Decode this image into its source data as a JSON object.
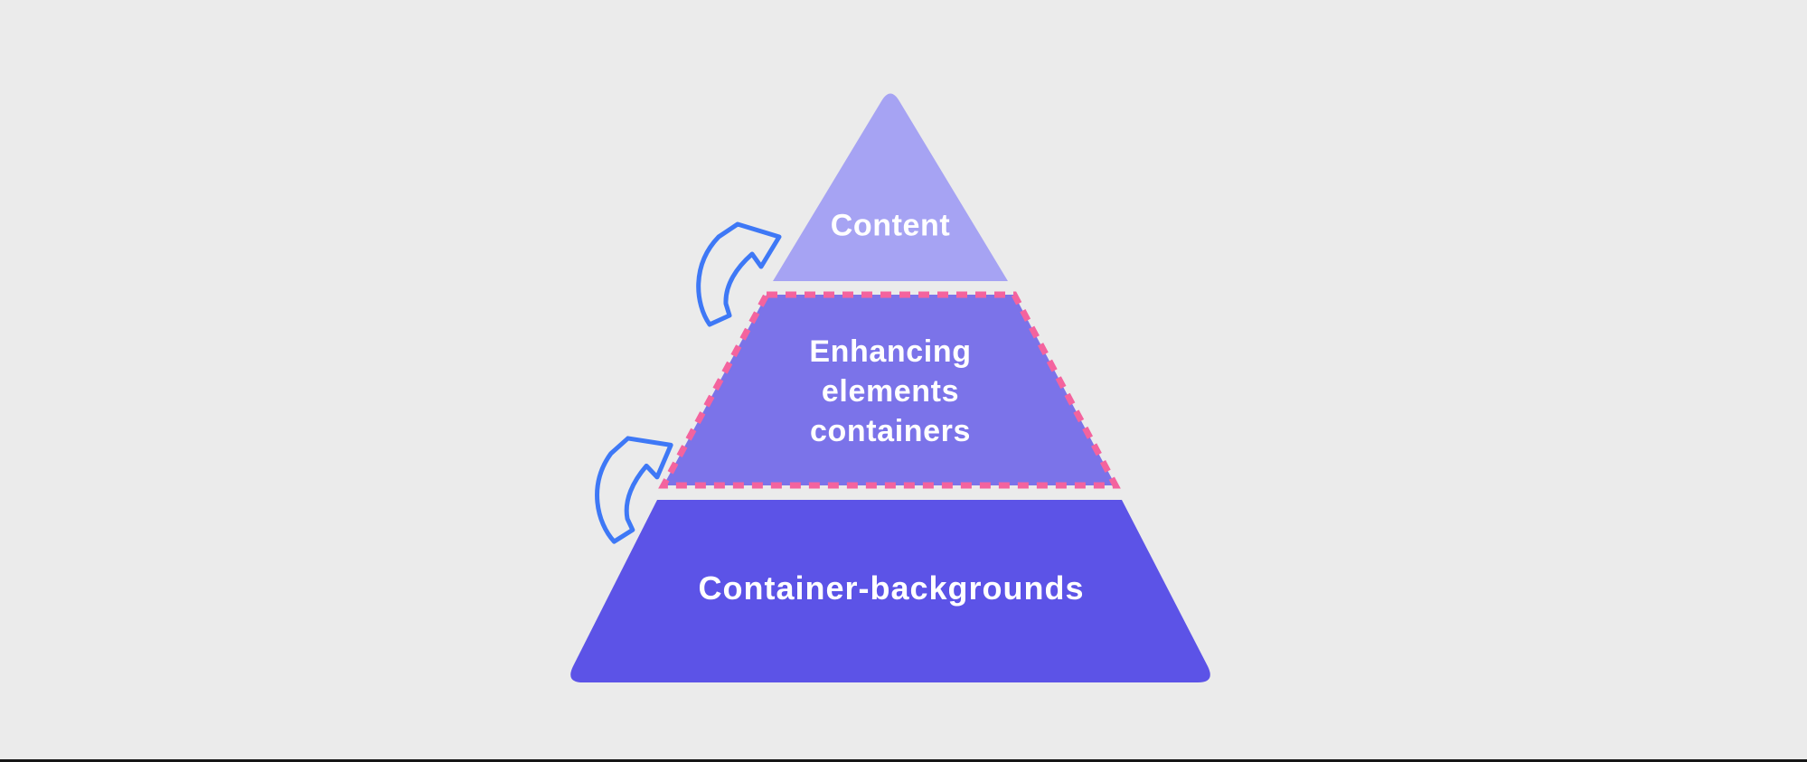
{
  "page": {
    "background": "#ebebeb",
    "bottom_edge_color": "#161616"
  },
  "pyramid": {
    "text_color": "#ffffff",
    "tiers": [
      {
        "id": "content",
        "label": "Content",
        "fill": "#a6a3f3",
        "border": "none"
      },
      {
        "id": "enhancing-elements-containers",
        "label": "Enhancing elements containers",
        "lines": [
          "Enhancing",
          "elements",
          "containers"
        ],
        "fill": "#7b73e9",
        "border": "dashed",
        "border_color": "#f4639e"
      },
      {
        "id": "container-backgrounds",
        "label": "Container-backgrounds",
        "fill": "#5c53e7",
        "border": "none"
      }
    ],
    "arrows": [
      {
        "id": "curved-up-arrow-top",
        "color": "#3e78f6"
      },
      {
        "id": "curved-up-arrow-bottom",
        "color": "#3e78f6"
      }
    ]
  }
}
